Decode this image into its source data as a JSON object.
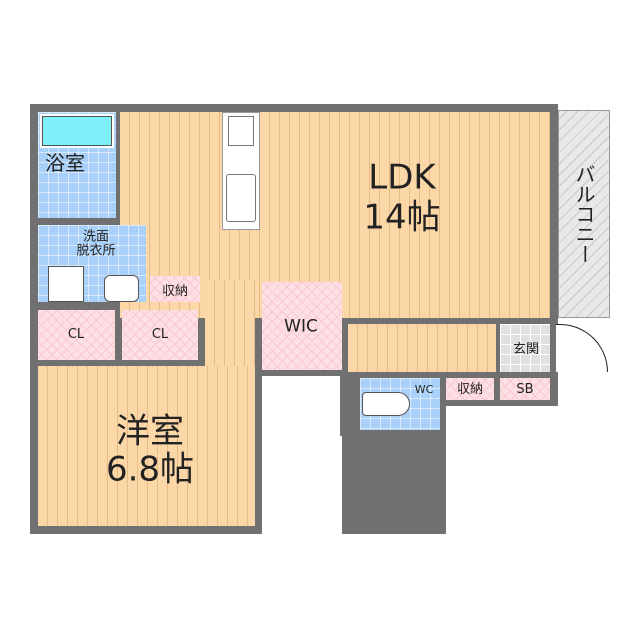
{
  "rooms": {
    "bath": "浴室",
    "washroom": "洗面\n脱衣所",
    "storage_small": "収納",
    "closet1": "CL",
    "closet2": "CL",
    "wic": "WIC",
    "ldk_name": "LDK",
    "ldk_size": "14帖",
    "western_name": "洋室",
    "western_size": "6.8帖",
    "balcony": "バルコニー",
    "entrance": "玄関",
    "wc": "WC",
    "storage2": "収納",
    "shoebox": "SB"
  },
  "colors": {
    "wall": "#707070",
    "wood": "#fcd8a8",
    "tile": "#a8d0f8",
    "closet": "#fde0e4"
  }
}
